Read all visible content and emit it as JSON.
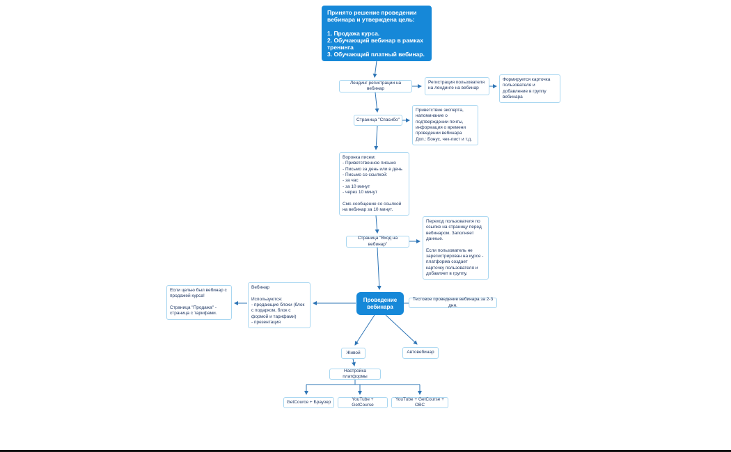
{
  "colors": {
    "background": "#ffffff",
    "node_fill": "#ffffff",
    "node_border": "#a9d7f1",
    "node_text": "#1f3864",
    "accent_fill": "#1688d8",
    "accent_text": "#ffffff",
    "connector": "#2e75b6"
  },
  "diagram": {
    "nodes": {
      "goal": {
        "text": "Принято решение проведении вебинара и утверждена цель:\n\n1. Продажа курса.\n2. Обучающий вебинар в рамках тренинга\n3. Обучающий платный вебинар."
      },
      "landing": {
        "text": "Лендинг регистрации на вебинар"
      },
      "registration": {
        "text": "Регистрация пользователя на лендинге на вебинар"
      },
      "user_card": {
        "text": "Формируется карточка пользователя и добавление в группу вебинара"
      },
      "thanks_page": {
        "text": "Страница \"Спасибо\""
      },
      "expert_greeting": {
        "text": "Приветствие эксперта, напоминание о подтверждении почты, информация о времени проведении вебинара\nДоп.: Бонус, чек-лист и т.д."
      },
      "email_funnel": {
        "text": "Воронка писем:\n- Приветственное письмо\n- Письмо за день или в день\n- Письмо со ссылкой:\n- за час\n- за 10 минут\n- через 10 минут\n\nСмс-сообщение со ссылкой на вебинар за 10 минут."
      },
      "entry_page": {
        "text": "Страница \"Вход на вебинар\""
      },
      "user_transition": {
        "text": "Переход пользователя по ссылке на страницу перед вебинаром. Заполняет данные.\n\nЕсли пользователь не зарегистрирован на курсе - платформа создает карточку пользователя и добавляет в группу."
      },
      "webinar_run": {
        "text": "Проведение вебинара"
      },
      "test_run": {
        "text": "Тестовое проведение вебинара за 2-3 дня."
      },
      "webinar_content": {
        "text": "Вебинар\n\nИспользуются:\n- продающие блоки (блок с подарком, блок с формой и тарифами)\n- презентация"
      },
      "sales_page": {
        "text": "Если целью был вебинар с продажей курса!\n\nСтраница \"Продажа\" - страница с тарифами."
      },
      "live": {
        "text": "Живой"
      },
      "auto": {
        "text": "Автовебинар"
      },
      "platform_setup": {
        "text": "Настройка платформы"
      },
      "option_getcourse_browser": {
        "text": "GetCource + Браузер"
      },
      "option_youtube_getcourse": {
        "text": "YouTube + GetCourse"
      },
      "option_youtube_getcourse_obs": {
        "text": "YouTube + GetCourse + OBC"
      }
    }
  }
}
